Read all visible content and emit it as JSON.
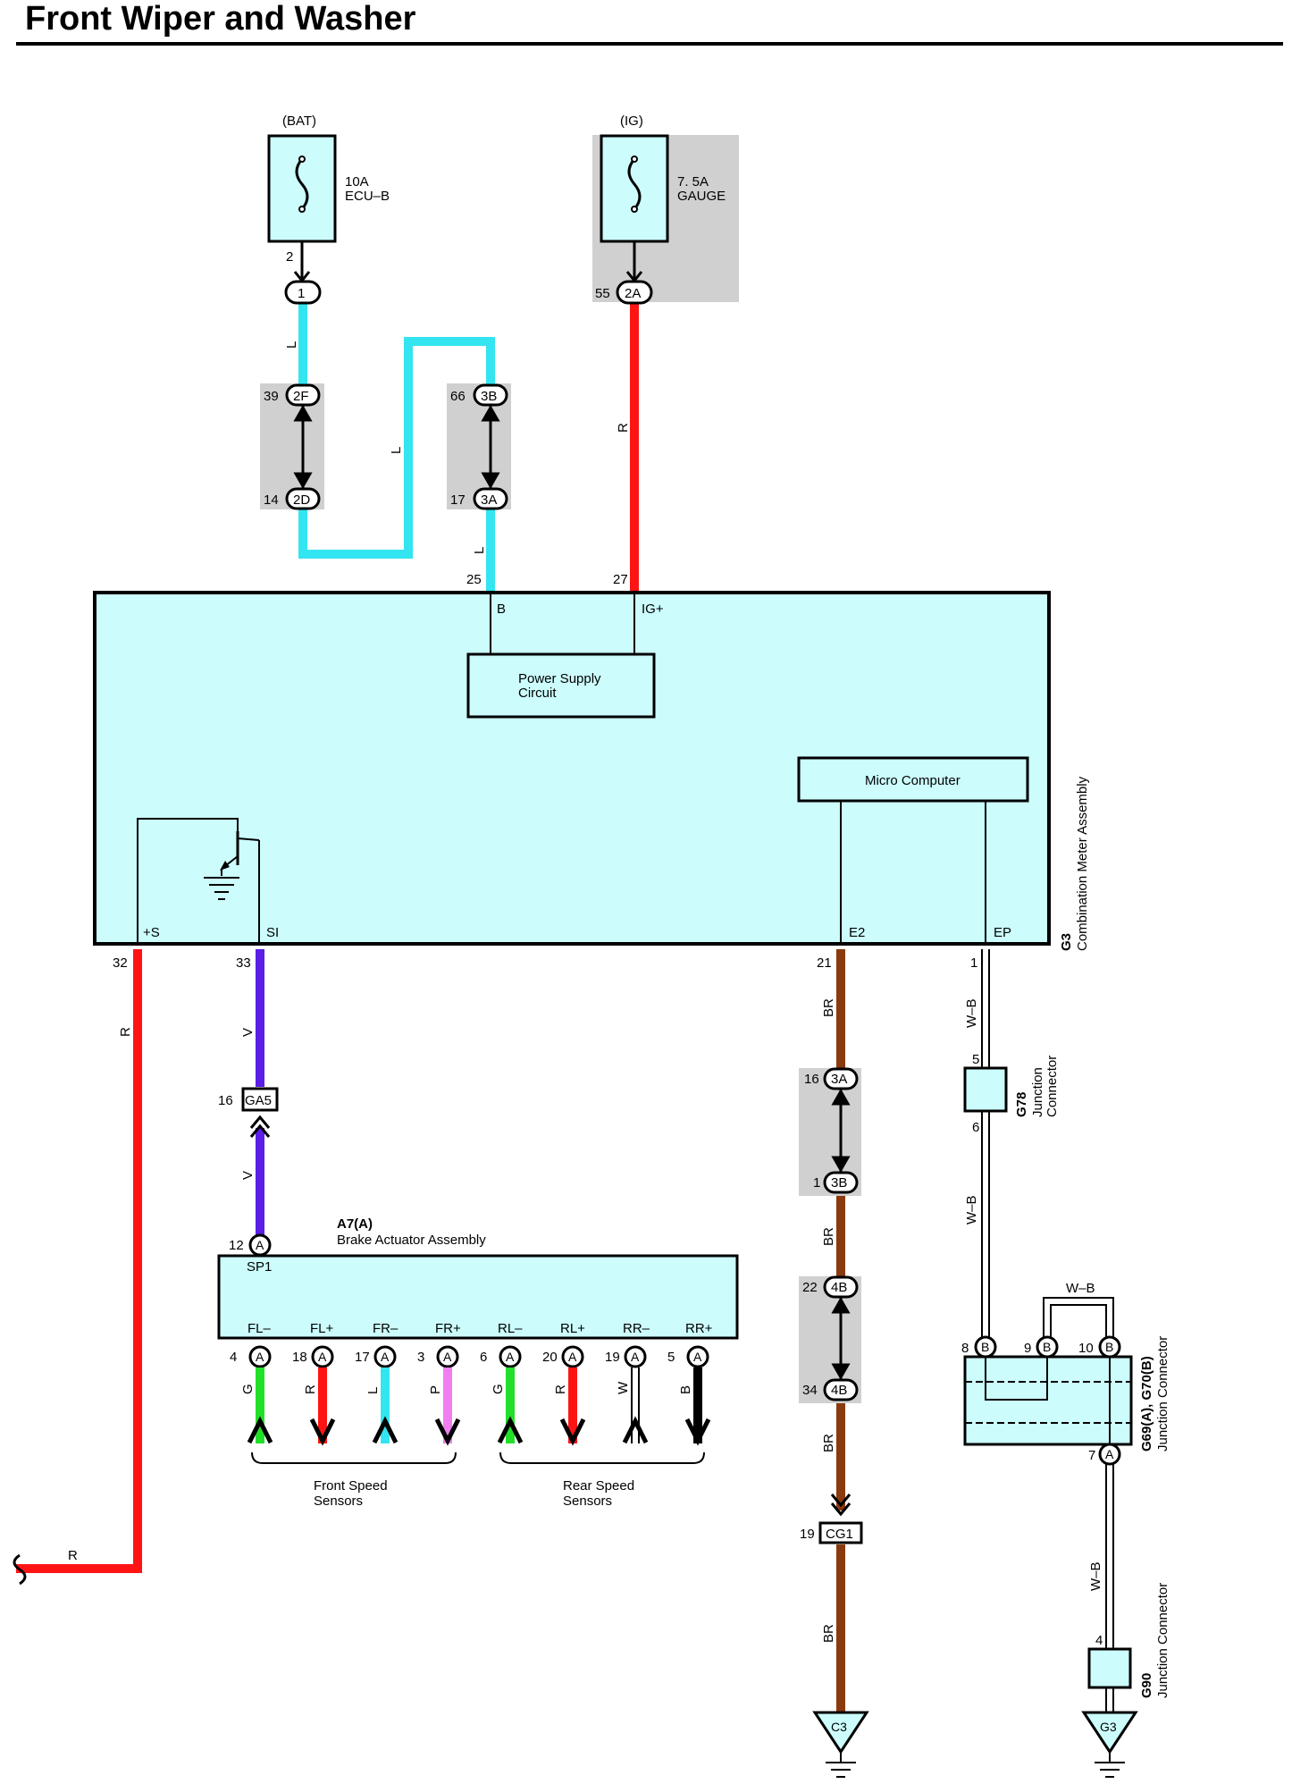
{
  "title": "Front Wiper and Washer",
  "fuses": {
    "bat": {
      "source": "(BAT)",
      "rating": "10A",
      "name": "ECU–B",
      "pin_out": "2",
      "connector": "1"
    },
    "ig": {
      "source": "(IG)",
      "rating": "7. 5A",
      "name": "GAUGE",
      "pin_out": "55",
      "connector": "2A"
    }
  },
  "junctions": {
    "j2f": {
      "pin": "39",
      "id": "2F"
    },
    "j2d": {
      "pin": "14",
      "id": "2D"
    },
    "j3b_top": {
      "pin": "66",
      "id": "3B"
    },
    "j3a_top": {
      "pin": "17",
      "id": "3A"
    },
    "j3a_mid": {
      "pin": "16",
      "id": "3A"
    },
    "j3b_mid": {
      "pin": "1",
      "id": "3B"
    },
    "j4b_top": {
      "pin": "22",
      "id": "4B"
    },
    "j4b_bot": {
      "pin": "34",
      "id": "4B"
    }
  },
  "wires": {
    "l1": "L",
    "l2": "L",
    "l3": "L",
    "r_ig": "R",
    "r_left": "R",
    "r_left_bottom": "R",
    "v1": "V",
    "v2": "V",
    "br1": "BR",
    "br2": "BR",
    "br3": "BR",
    "br4": "BR",
    "wb1": "W–B",
    "wb2": "W–B",
    "wb3": "W–B",
    "wb4": "W–B"
  },
  "meter": {
    "id": "G3",
    "name": "Combination Meter Assembly",
    "psu_line1": "Power Supply",
    "psu_line2": "Circuit",
    "micro": "Micro Computer",
    "terminals": {
      "b": "B",
      "ig": "IG+",
      "s": "+S",
      "si": "SI",
      "e2": "E2",
      "ep": "EP"
    },
    "pins": {
      "b": "25",
      "ig": "27",
      "s": "32",
      "si": "33",
      "e2": "21",
      "ep": "1"
    }
  },
  "ga5": {
    "pin": "16",
    "id": "GA5"
  },
  "cg1": {
    "pin": "19",
    "id": "CG1"
  },
  "g78": {
    "id": "G78",
    "name_line1": "Junction",
    "name_line2": "Connector",
    "pin_in": "5",
    "pin_out": "6"
  },
  "g69": {
    "id": "G69(A), G70(B)",
    "name": "Junction Connector",
    "pin8": "8",
    "pin9": "9",
    "pin10": "10",
    "pin7": "7",
    "b": "B",
    "a": "A"
  },
  "g90": {
    "id": "G90",
    "name": "Junction Connector",
    "pin": "4"
  },
  "ground_c3": "C3",
  "ground_g3": "G3",
  "brake": {
    "id": "A7(A)",
    "name": "Brake Actuator Assembly",
    "pin": "12",
    "conn": "A",
    "sp1": "SP1",
    "terminals": [
      {
        "name": "FL–",
        "pin": "4",
        "wire": "G"
      },
      {
        "name": "FL+",
        "pin": "18",
        "wire": "R"
      },
      {
        "name": "FR–",
        "pin": "17",
        "wire": "L"
      },
      {
        "name": "FR+",
        "pin": "3",
        "wire": "P"
      },
      {
        "name": "RL–",
        "pin": "6",
        "wire": "G"
      },
      {
        "name": "RL+",
        "pin": "20",
        "wire": "R"
      },
      {
        "name": "RR–",
        "pin": "19",
        "wire": "W"
      },
      {
        "name": "RR+",
        "pin": "5",
        "wire": "B"
      }
    ],
    "front_line1": "Front Speed",
    "front_line2": "Sensors",
    "rear_line1": "Rear Speed",
    "rear_line2": "Sensors"
  },
  "colors": {
    "L": "#33e5f0",
    "R": "#ff1414",
    "V": "#5a1ee6",
    "BR": "#8a3a0e",
    "G": "#22e02a",
    "P": "#f07ef0",
    "W": "#ffffff",
    "B": "#000000",
    "box_fill": "#ccfcfc",
    "shade": "#d0d0d0"
  }
}
